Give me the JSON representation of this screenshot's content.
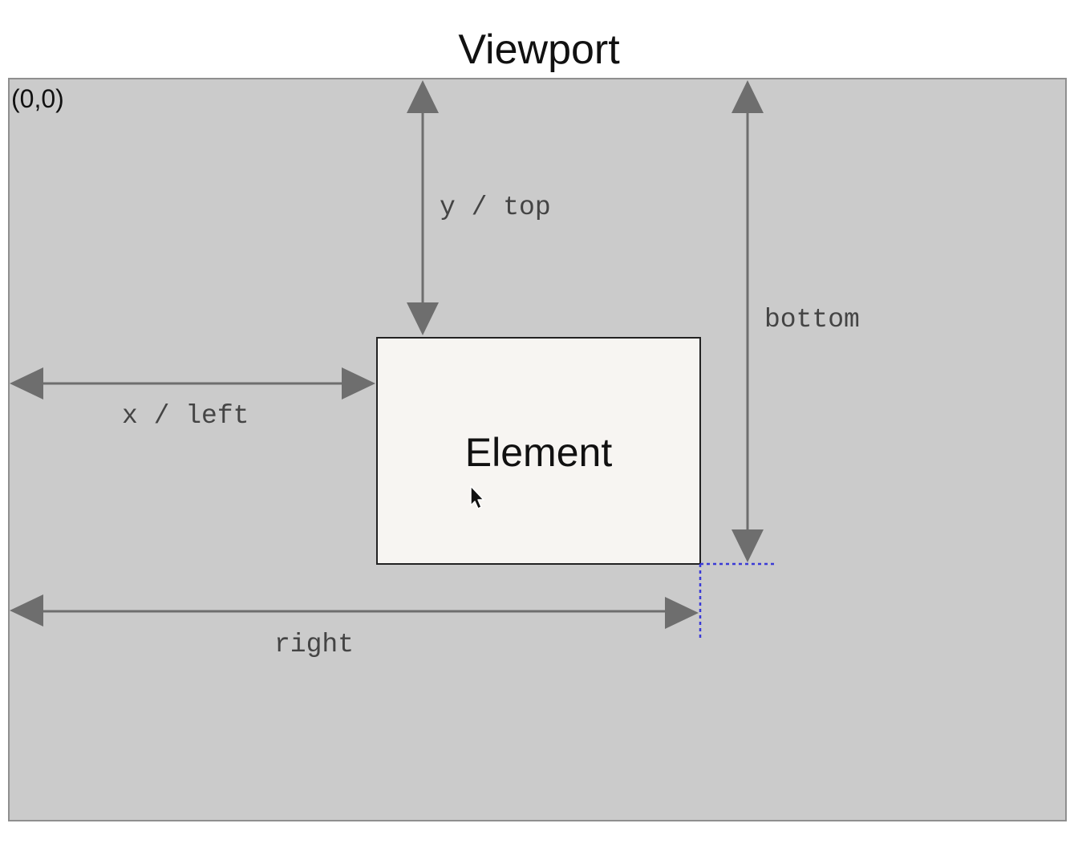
{
  "diagram": {
    "title": "Viewport",
    "origin_label": "(0,0)",
    "element_label": "Element",
    "labels": {
      "y_top": "y / top",
      "bottom": "bottom",
      "x_left": "x / left",
      "right": "right"
    },
    "colors": {
      "viewport_fill": "#cbcbcb",
      "viewport_border": "#8f8f8f",
      "element_fill": "#f7f5f2",
      "arrow": "#6e6e6e",
      "guide_dotted": "#3a3ad6"
    },
    "icons": [
      "mouse-cursor-icon"
    ]
  }
}
